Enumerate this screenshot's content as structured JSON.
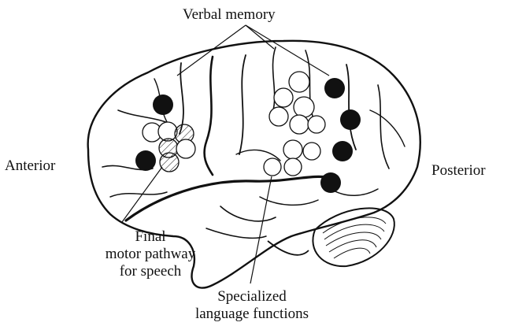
{
  "labels": {
    "verbal_memory": "Verbal memory",
    "anterior": "Anterior",
    "posterior": "Posterior",
    "final_motor": [
      "Final",
      "motor pathway",
      "for speech"
    ],
    "specialized": [
      "Specialized",
      "language functions"
    ]
  },
  "colors": {
    "ink": "#111111",
    "paper": "#ffffff"
  }
}
